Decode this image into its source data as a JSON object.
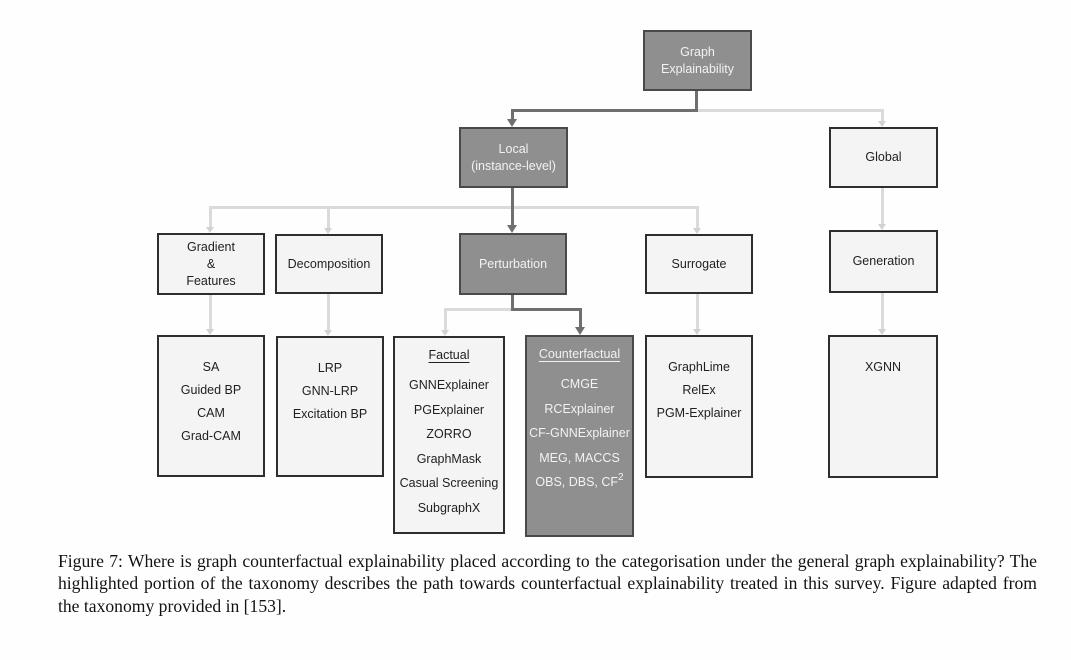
{
  "figure_caption": "Figure 7: Where is graph counterfactual explainability placed according to the categorisation under the general graph explainability? The highlighted portion of the taxonomy describes the path towards counterfactual explainability treated in this survey. Figure adapted from the taxonomy provided in [153].",
  "colors": {
    "highlight_node_fill": "#8f8f8f",
    "highlight_node_border": "#4a4a4a",
    "node_fill": "#f4f4f4",
    "node_border": "#2e2e2e",
    "highlight_edge": "#6f6f6f",
    "edge": "#dadada",
    "text_on_dark": "#f2f2f2",
    "text": "#1f1f1f"
  },
  "tree": {
    "root": "Graph\nExplainability",
    "local": "Local\n(instance-level)",
    "global": "Global",
    "gradient_features": "Gradient\n&\nFeatures",
    "decomposition": "Decomposition",
    "perturbation": "Perturbation",
    "surrogate": "Surrogate",
    "generation": "Generation",
    "leaves": {
      "gradient_features": {
        "items": [
          "SA",
          "Guided BP",
          "CAM",
          "Grad-CAM"
        ]
      },
      "decomposition": {
        "items": [
          "LRP",
          "GNN-LRP",
          "Excitation BP"
        ]
      },
      "factual": {
        "title": "Factual",
        "items": [
          "GNNExplainer",
          "PGExplainer",
          "ZORRO",
          "GraphMask",
          "Casual Screening",
          "SubgraphX"
        ]
      },
      "counterfactual": {
        "title": "Counterfactual",
        "items": [
          "CMGE",
          "RCExplainer",
          "CF-GNNExplainer",
          "MEG, MACCS"
        ],
        "last": {
          "text": "OBS, DBS, CF",
          "sup": "2"
        }
      },
      "surrogate": {
        "items": [
          "GraphLime",
          "RelEx",
          "PGM-Explainer"
        ]
      },
      "generation": {
        "items": [
          "XGNN"
        ]
      }
    }
  }
}
